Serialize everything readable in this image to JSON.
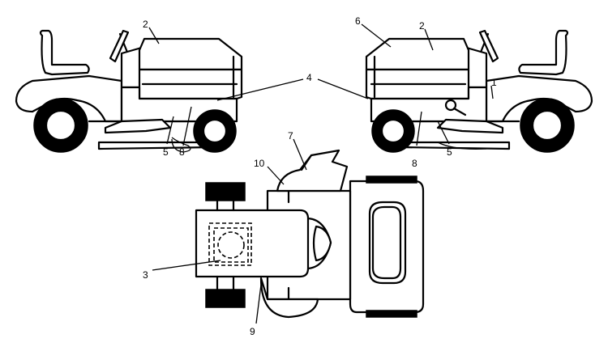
{
  "callouts": [
    {
      "id": "1",
      "text": "1"
    },
    {
      "id": "2a",
      "text": "2"
    },
    {
      "id": "2b",
      "text": "2"
    },
    {
      "id": "3",
      "text": "3"
    },
    {
      "id": "4",
      "text": "4"
    },
    {
      "id": "5a",
      "text": "5"
    },
    {
      "id": "5b",
      "text": "5"
    },
    {
      "id": "6",
      "text": "6"
    },
    {
      "id": "7",
      "text": "7"
    },
    {
      "id": "8a",
      "text": "8"
    },
    {
      "id": "8b",
      "text": "8"
    },
    {
      "id": "9",
      "text": "9"
    },
    {
      "id": "10",
      "text": "10"
    }
  ]
}
